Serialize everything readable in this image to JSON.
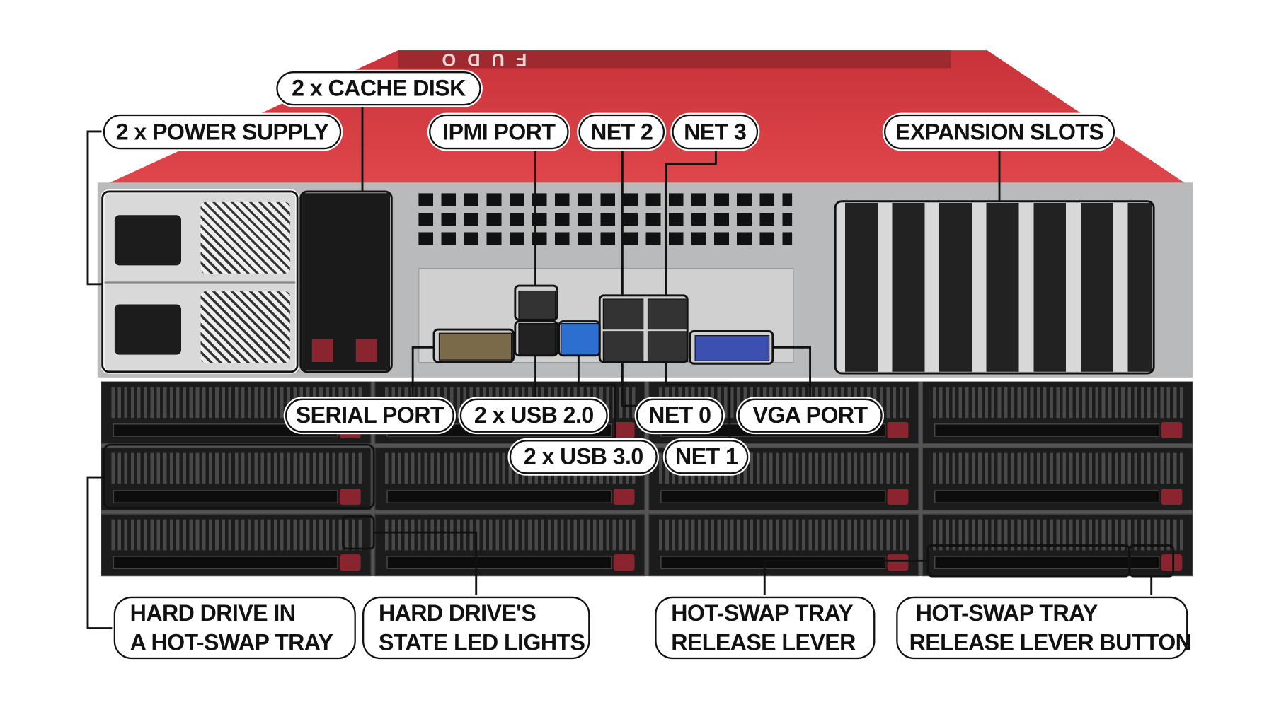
{
  "brand": {
    "logo_text": "FUDO",
    "accent": "#d8343c"
  },
  "labels": {
    "cache_disk": "2 x CACHE DISK",
    "power_supply": "2 x POWER SUPPLY",
    "ipmi_port": "IPMI PORT",
    "net2": "NET 2",
    "net3": "NET 3",
    "expansion_slots": "EXPANSION SLOTS",
    "serial_port": "SERIAL PORT",
    "usb20": "2 x USB 2.0",
    "net0": "NET 0",
    "vga_port": "VGA PORT",
    "usb30": "2 x USB 3.0",
    "net1": "NET 1",
    "hdd_tray": {
      "line1": "HARD DRIVE IN",
      "line2": "A HOT-SWAP TRAY"
    },
    "hdd_led": {
      "line1": "HARD DRIVE'S",
      "line2": "STATE LED LIGHTS"
    },
    "release_lever": {
      "line1": "HOT-SWAP TRAY",
      "line2": "RELEASE LEVER"
    },
    "release_button": {
      "line1": "HOT-SWAP TRAY",
      "line2": "RELEASE LEVER BUTTON"
    }
  }
}
